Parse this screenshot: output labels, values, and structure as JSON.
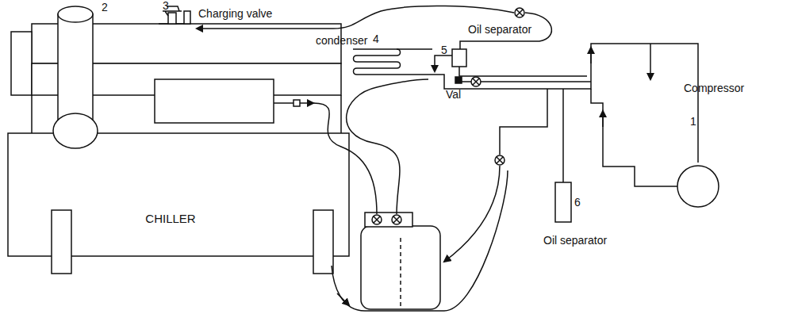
{
  "diagram": {
    "nodes": [
      {
        "text": [
          "CHILLER"
        ]
      }
    ],
    "labels": [
      "2",
      "3",
      "Charging valve",
      "Oil separator",
      "condenser",
      "4",
      "5",
      "Val",
      "Compressor",
      "1",
      "6",
      "Oil separator"
    ]
  }
}
